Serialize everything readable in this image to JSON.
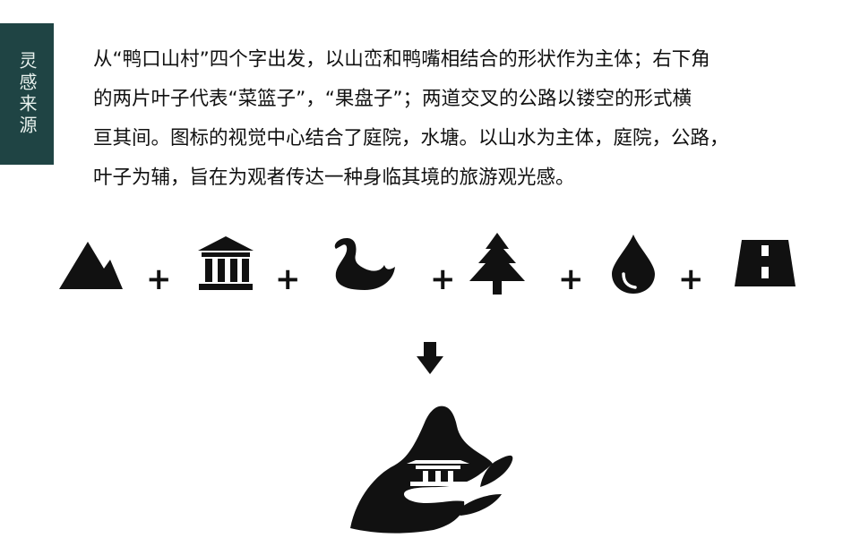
{
  "side_tag": {
    "label": "灵感来源"
  },
  "description": {
    "lines": [
      "从“鸭口山村”四个字出发，以山峦和鸭嘴相结合的形状作为主体；右下角",
      "的两片叶子代表“菜篮子”，“果盘子”；两道交叉的公路以镂空的形式横",
      "亘其间。图标的视觉中心结合了庭院，水塘。以山水为主体，庭院，公路，",
      "叶子为辅，旨在为观者传达一种身临其境的旅游观光感。"
    ]
  },
  "elements_row": {
    "icons": [
      "mountain-icon",
      "pavilion-icon",
      "swan-icon",
      "tree-icon",
      "water-drop-icon",
      "road-icon"
    ],
    "operator": "+"
  },
  "result": {
    "icons": [
      "arrow-down-icon",
      "logo-mountain-icon"
    ]
  },
  "colors": {
    "side_tag_bg": "#1f4444",
    "side_tag_text": "#e9f2ee",
    "ink": "#111111"
  }
}
